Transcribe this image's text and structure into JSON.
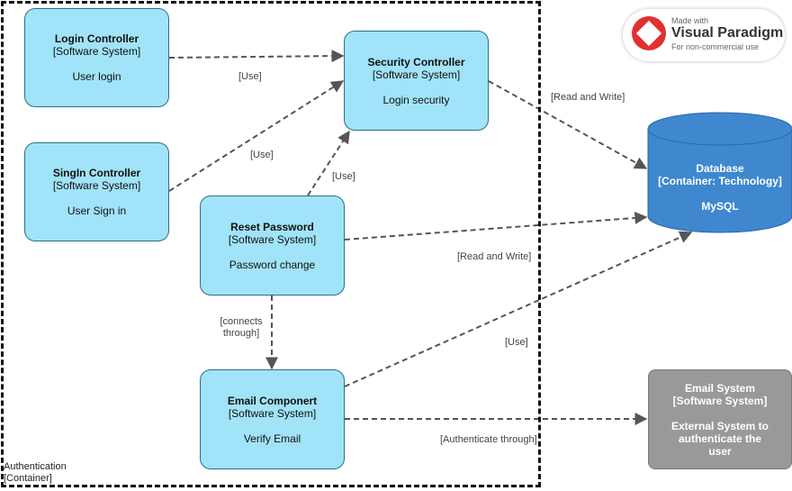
{
  "boundary": {
    "name": "Authentication",
    "type": "[Container]"
  },
  "nodes": {
    "login": {
      "title": "Login Controller",
      "type": "[Software System]",
      "desc": "User login"
    },
    "signin": {
      "title": "SingIn Controller",
      "type": "[Software System]",
      "desc": "User Sign in"
    },
    "security": {
      "title": "Security Controller",
      "type": "[Software System]",
      "desc": "Login security"
    },
    "reset": {
      "title": "Reset Password",
      "type": "[Software System]",
      "desc": "Password change"
    },
    "email": {
      "title": "Email Componert",
      "type": "[Software System]",
      "desc": "Verify Email"
    },
    "database": {
      "title": "Database",
      "type": "[Container: Technology]",
      "desc": "MySQL"
    },
    "email_system": {
      "title": "Email System",
      "type": "[Software System]",
      "desc": "External System to authenticate the user"
    }
  },
  "edges": {
    "login_security": "[Use]",
    "signin_security": "[Use]",
    "reset_security": "[Use]",
    "security_db": "[Read and Write]",
    "reset_db": "[Read and Write]",
    "reset_email": "[connects through]",
    "email_db": "[Use]",
    "email_external": "[Authenticate through]"
  },
  "logo": {
    "small": "Made with",
    "brand": "Visual Paradigm",
    "sub": "For non-commercial use"
  },
  "colors": {
    "software_system": "#a1e3f8",
    "database": "#3f87cf",
    "external_system": "#999999",
    "edge": "#555555"
  }
}
